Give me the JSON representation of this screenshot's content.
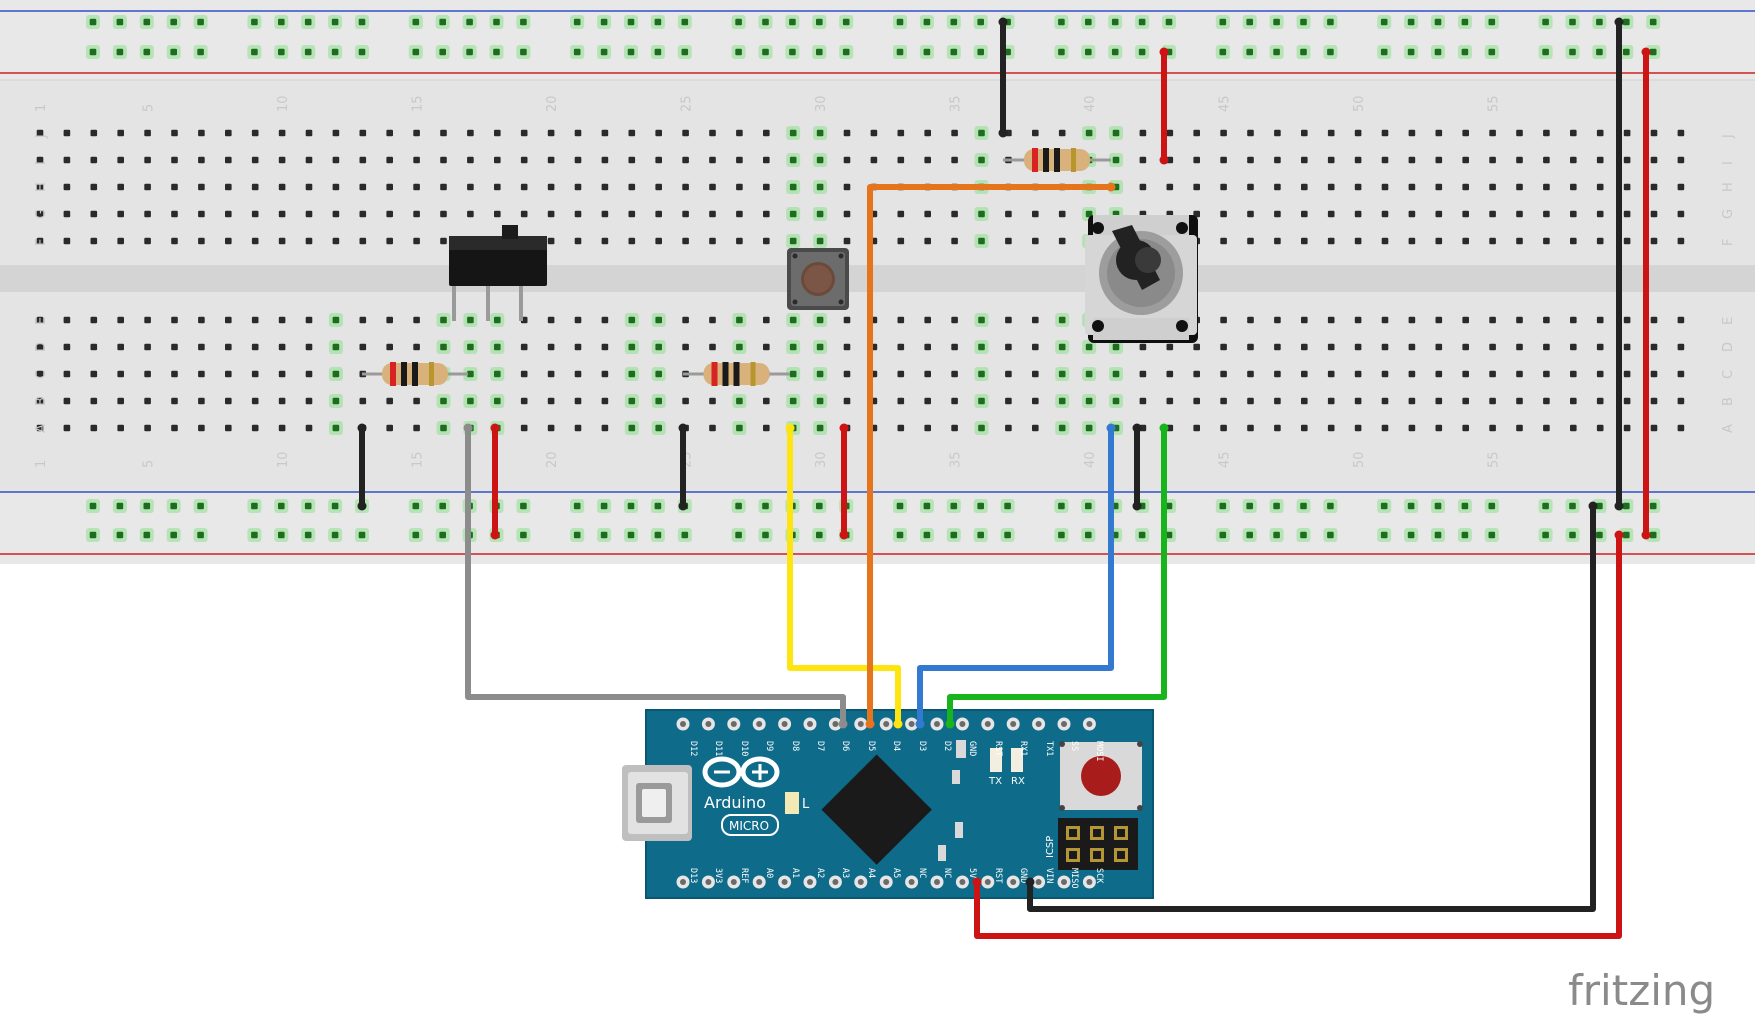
{
  "breadboard": {
    "column_numbers": [
      "1",
      "5",
      "10",
      "15",
      "20",
      "25",
      "30",
      "35",
      "40",
      "45",
      "50",
      "55"
    ],
    "top_rows": [
      "J",
      "I",
      "H",
      "G",
      "F"
    ],
    "bottom_rows": [
      "E",
      "D",
      "C",
      "B",
      "A"
    ]
  },
  "arduino": {
    "brand": "Arduino",
    "model": "MICRO",
    "led_labels": {
      "l": "L",
      "tx": "TX",
      "rx": "RX"
    },
    "icsp_label": "ICSP",
    "top_header_pins": [
      "D12",
      "D11",
      "D10",
      "D9",
      "D8",
      "D7",
      "D6",
      "D5",
      "D4",
      "D3",
      "D2",
      "GND",
      "RST",
      "RX1",
      "TX1",
      "SS",
      "MOSI"
    ],
    "bottom_header_pins": [
      "D13",
      "3V3",
      "REF",
      "A0",
      "A1",
      "A2",
      "A3",
      "A4",
      "A5",
      "NC",
      "NC",
      "5V",
      "RST",
      "GND",
      "VIN",
      "MISO",
      "SCK"
    ]
  },
  "watermark": "fritzing",
  "wire_colors": {
    "gray": "#8c8c8c",
    "yellow": "#ffe510",
    "orange": "#e5741d",
    "blue": "#3379d0",
    "green": "#17b51b",
    "black": "#222222",
    "red": "#cc1414"
  }
}
